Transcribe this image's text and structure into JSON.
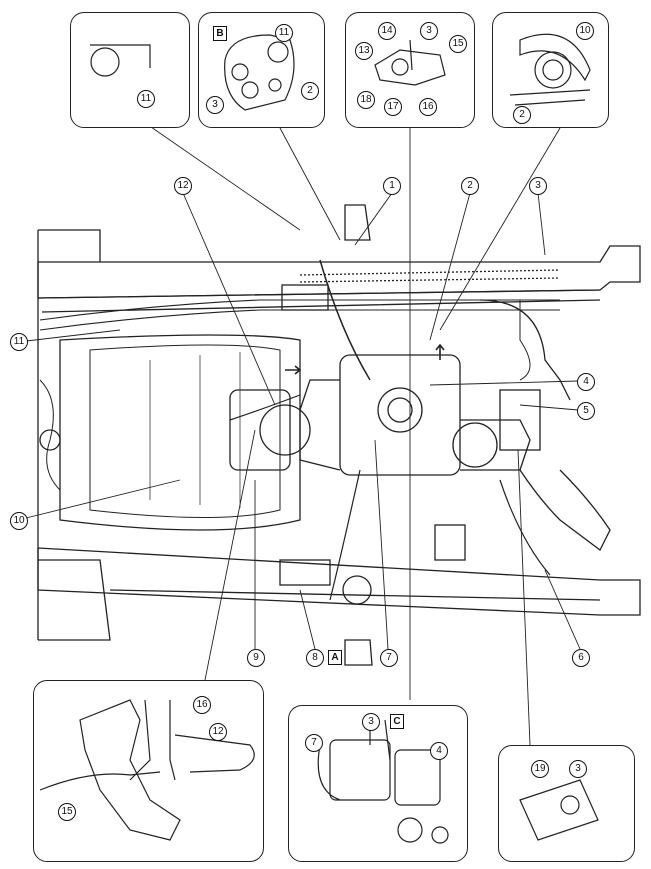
{
  "labels": {
    "n1": "1",
    "n2": "2",
    "n3": "3",
    "n4": "4",
    "n5": "5",
    "n6": "6",
    "n7": "7",
    "n8": "8",
    "n9": "9",
    "n10": "10",
    "n11": "11",
    "n12": "12",
    "n13": "13",
    "n14": "14",
    "n15": "15",
    "n16": "16",
    "n17": "17",
    "n18": "18",
    "n19": "19"
  },
  "boxes": {
    "a": "A",
    "b": "B",
    "c": "C"
  }
}
